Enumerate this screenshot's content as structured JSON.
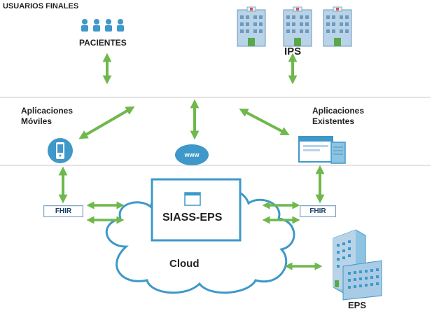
{
  "labels": {
    "usuarios_finales": "USUARIOS FINALES",
    "pacientes": "PACIENTES",
    "ips": "IPS",
    "apps_moviles_1": "Aplicaciones",
    "apps_moviles_2": "Móviles",
    "apps_existentes_1": "Aplicaciones",
    "apps_existentes_2": "Existentes",
    "fhir_left": "FHIR",
    "fhir_right": "FHIR",
    "siass": "SIASS-EPS",
    "cloud": "Cloud",
    "eps": "EPS",
    "www": "www"
  },
  "colors": {
    "arrow": "#6fb84c",
    "accent_blue": "#3e98c9",
    "divider": "#c8c8c8",
    "cloud_stroke": "#3e98c9",
    "building_green": "#5aa84a"
  },
  "icons": {
    "pacientes": "people-group-icon",
    "ips": "hospital-building-icon",
    "mobile": "mobile-phone-icon",
    "web": "globe-www-icon",
    "existing_apps": "window-server-icon",
    "siass": "window-icon",
    "eps": "office-building-icon"
  }
}
